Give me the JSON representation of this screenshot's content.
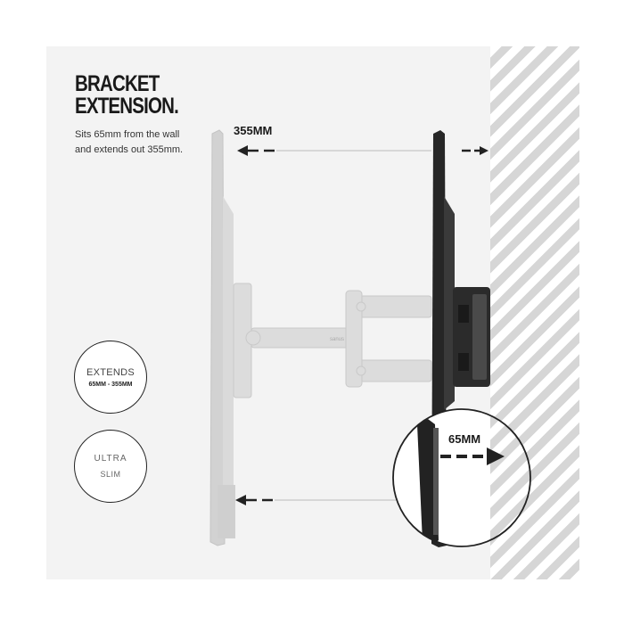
{
  "heading": {
    "line1": "BRACKET",
    "line2": "EXTENSION."
  },
  "description": {
    "line1": "Sits 65mm from the wall",
    "line2": "and extends out 355mm."
  },
  "badges": [
    {
      "top": "EXTENDS",
      "bottom": "65MM - 355MM"
    },
    {
      "top": "ULTRA",
      "bottom": "SLIM"
    }
  ],
  "dimensions": {
    "max_extension": "355MM",
    "min_gap": "65MM"
  },
  "brand_mark": "sanus",
  "colors": {
    "background": "#f3f3f3",
    "wall_stripe": "#d6d6d6",
    "tv_dark": "#222222",
    "tv_ghost": "#d2d2d2",
    "arrow": "#222222"
  }
}
